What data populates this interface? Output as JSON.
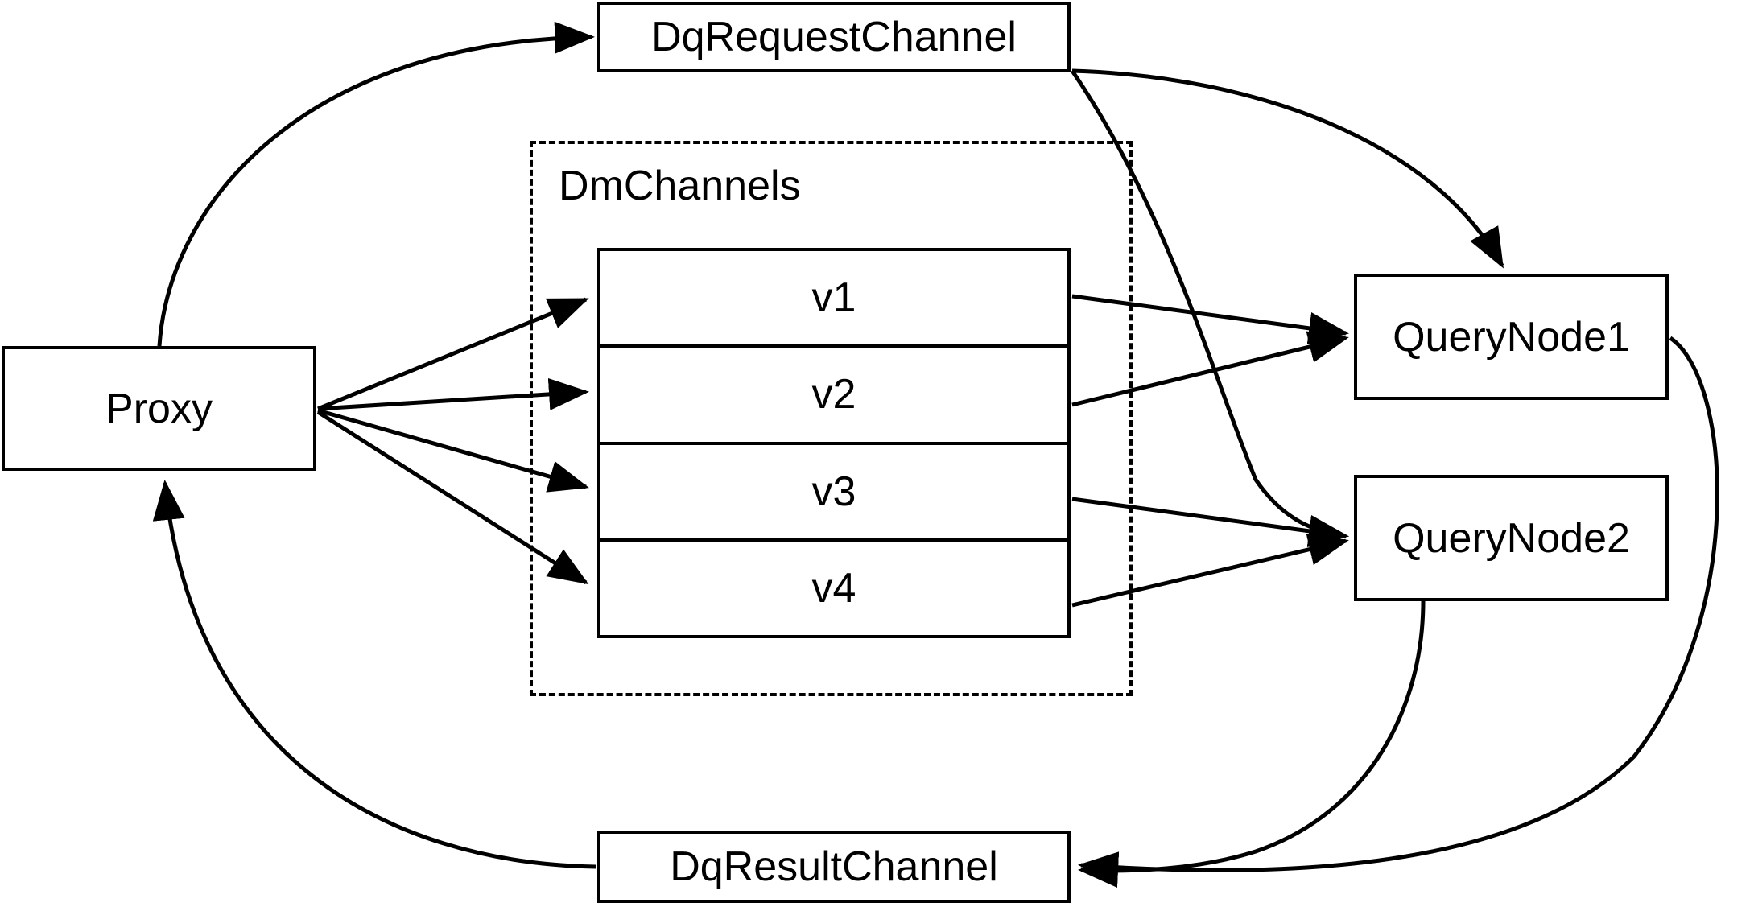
{
  "diagram": {
    "title": "Milvus query channel flow",
    "background_color": "#ffffff",
    "stroke_color": "#000000"
  },
  "nodes": {
    "proxy": {
      "label": "Proxy"
    },
    "dq_request_channel": {
      "label": "DqRequestChannel"
    },
    "dq_result_channel": {
      "label": "DqResultChannel"
    },
    "query_node_1": {
      "label": "QueryNode1"
    },
    "query_node_2": {
      "label": "QueryNode2"
    }
  },
  "group": {
    "label": "DmChannels",
    "channels": [
      {
        "label": "v1"
      },
      {
        "label": "v2"
      },
      {
        "label": "v3"
      },
      {
        "label": "v4"
      }
    ]
  },
  "edges": [
    {
      "from": "Proxy",
      "to": "DqRequestChannel",
      "style": "curved",
      "arrow": true
    },
    {
      "from": "Proxy",
      "to": "v1",
      "style": "straight",
      "arrow": true
    },
    {
      "from": "Proxy",
      "to": "v2",
      "style": "straight",
      "arrow": true
    },
    {
      "from": "Proxy",
      "to": "v3",
      "style": "straight",
      "arrow": true
    },
    {
      "from": "Proxy",
      "to": "v4",
      "style": "straight",
      "arrow": true
    },
    {
      "from": "DqRequestChannel",
      "to": "QueryNode1",
      "style": "curved",
      "arrow": true
    },
    {
      "from": "DqRequestChannel",
      "to": "QueryNode2",
      "style": "curved",
      "arrow": true
    },
    {
      "from": "v1",
      "to": "QueryNode1",
      "style": "straight",
      "arrow": true
    },
    {
      "from": "v2",
      "to": "QueryNode1",
      "style": "straight",
      "arrow": true
    },
    {
      "from": "v3",
      "to": "QueryNode2",
      "style": "straight",
      "arrow": true
    },
    {
      "from": "v4",
      "to": "QueryNode2",
      "style": "straight",
      "arrow": true
    },
    {
      "from": "QueryNode1",
      "to": "DqResultChannel",
      "style": "curved",
      "arrow": true
    },
    {
      "from": "QueryNode2",
      "to": "DqResultChannel",
      "style": "curved",
      "arrow": true
    },
    {
      "from": "DqResultChannel",
      "to": "Proxy",
      "style": "curved",
      "arrow": true
    }
  ]
}
